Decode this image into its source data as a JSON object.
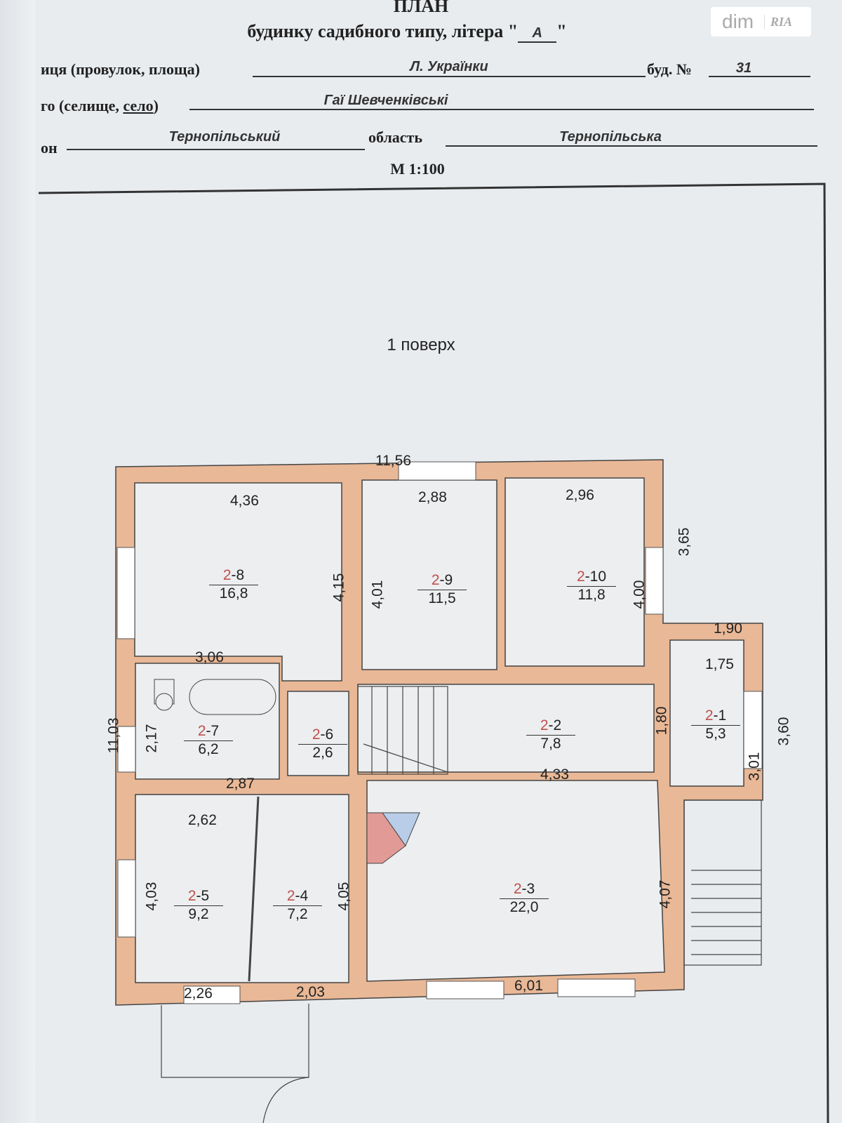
{
  "header": {
    "title": "ПЛАН",
    "subtitle": "будинку садибного типу, літера \"",
    "litera": "А",
    "subtitle_end": "\"",
    "street_label": "иця (провулок, площа)",
    "street": "Л. Українки",
    "building_label": "буд. №",
    "building_no": "31",
    "town_label_pre": "го (селище, ",
    "town_label_u": "село",
    "town_label_post": ")",
    "town": "Гаї Шевченківські",
    "district_label": "он",
    "district": "Тернопільський",
    "region_label": "область",
    "region": "Тернопільська",
    "scale": "М 1:100"
  },
  "watermark": {
    "brand": "dim",
    "brand2": "RIA"
  },
  "plan": {
    "floor_title": "1 поверх",
    "rooms": [
      {
        "id_prefix": "2",
        "id_suffix": "-8",
        "area": "16,8"
      },
      {
        "id_prefix": "2",
        "id_suffix": "-9",
        "area": "11,5"
      },
      {
        "id_prefix": "2",
        "id_suffix": "-10",
        "area": "11,8"
      },
      {
        "id_prefix": "2",
        "id_suffix": "-1",
        "area": "5,3"
      },
      {
        "id_prefix": "2",
        "id_suffix": "-7",
        "area": "6,2"
      },
      {
        "id_prefix": "2",
        "id_suffix": "-6",
        "area": "2,6"
      },
      {
        "id_prefix": "2",
        "id_suffix": "-2",
        "area": "7,8"
      },
      {
        "id_prefix": "2",
        "id_suffix": "-5",
        "area": "9,2"
      },
      {
        "id_prefix": "2",
        "id_suffix": "-4",
        "area": "7,2"
      },
      {
        "id_prefix": "2",
        "id_suffix": "-3",
        "area": "22,0"
      }
    ],
    "dimensions": [
      "11,56",
      "4,36",
      "2,88",
      "2,96",
      "4,15",
      "4,01",
      "4,00",
      "3,65",
      "1,90",
      "1,75",
      "3,06",
      "1,80",
      "3,60",
      "3,01",
      "11,03",
      "2,17",
      "2,87",
      "4,33",
      "2,62",
      "4,03",
      "4,05",
      "4,07",
      "2,26",
      "2,03",
      "6,01"
    ]
  }
}
